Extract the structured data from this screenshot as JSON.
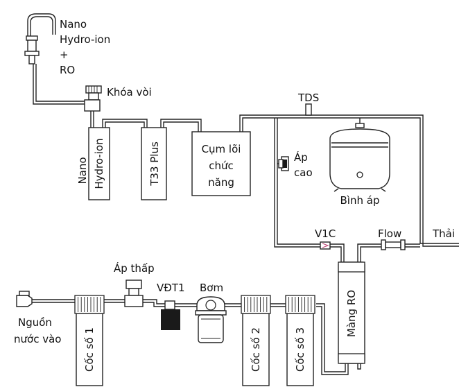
{
  "colors": {
    "line": "#222222",
    "background": "#ffffff",
    "dark": "#1a1a1a"
  },
  "labels": {
    "faucet_title": [
      "Nano",
      "Hydro-ion",
      "+",
      "RO"
    ],
    "khoa_voi": "Khóa vòi",
    "tds": "TDS",
    "nano_hydro_side": "Nano",
    "nano_hydro_box": "Hydro-ion",
    "t33": "T33 Plus",
    "cum_loi": [
      "Cụm lõi",
      "chức",
      "năng"
    ],
    "ap_cao": [
      "Áp",
      "cao"
    ],
    "binh_ap": "Bình áp",
    "v1c": "V1C",
    "flow": "Flow",
    "thai": "Thải",
    "ap_thap": "Áp thấp",
    "vdt1": "VĐT1",
    "bom": "Bơm",
    "nguon": [
      "Nguồn",
      "nước vào"
    ],
    "coc1": "Cốc số 1",
    "coc2": "Cốc số 2",
    "coc3": "Cốc số 3",
    "mang_ro": "Màng RO"
  },
  "icons": [
    "faucet-icon",
    "valve-icon",
    "pressure-tank-icon",
    "solenoid-valve-icon",
    "pump-icon",
    "check-valve-icon",
    "flow-restrictor-icon",
    "inlet-valve-icon"
  ]
}
